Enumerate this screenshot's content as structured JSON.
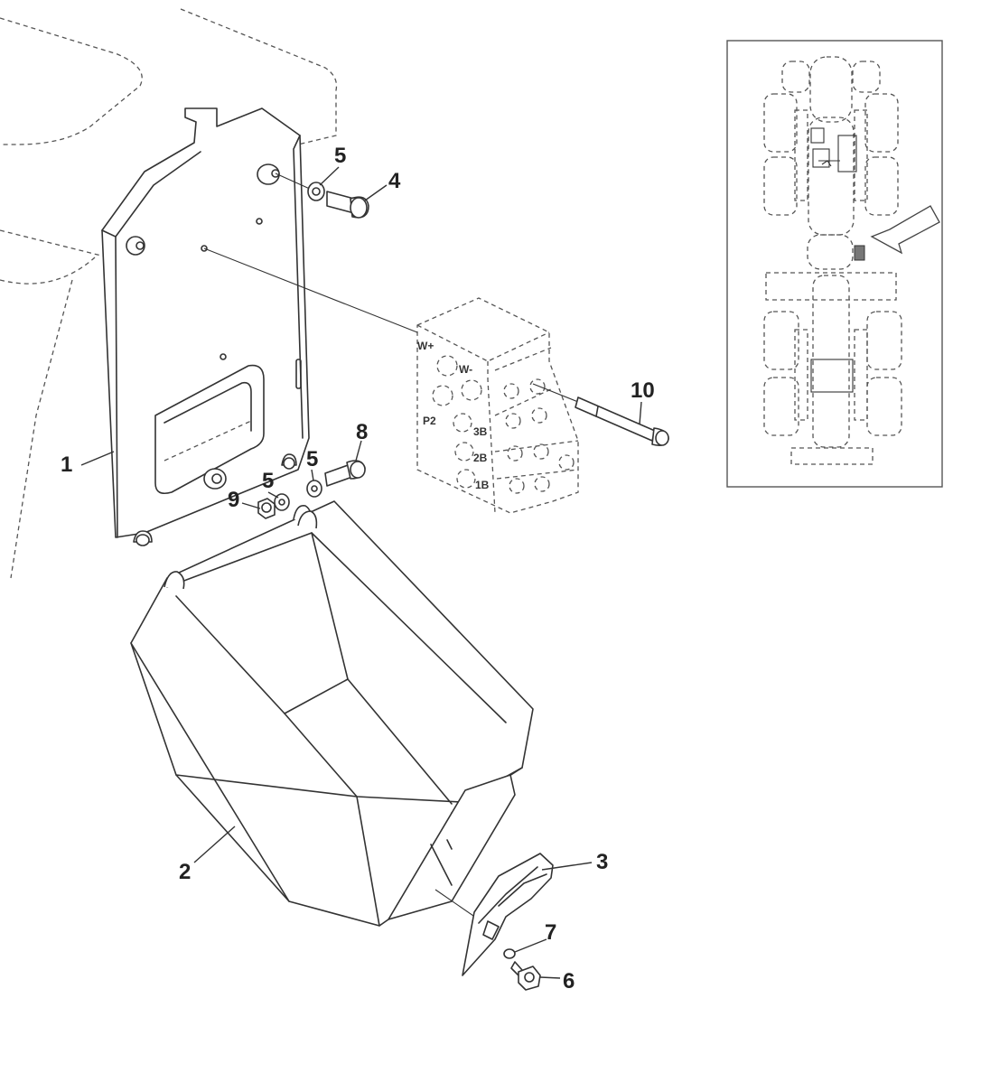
{
  "callouts": {
    "c1": "1",
    "c2": "2",
    "c3": "3",
    "c4": "4",
    "c5a": "5",
    "c5b": "5",
    "c5c": "5",
    "c6": "6",
    "c7": "7",
    "c8": "8",
    "c9": "9",
    "c10": "10"
  },
  "valve_block": {
    "port_w_plus": "W+",
    "port_w_minus": "W-",
    "port_p2": "P2",
    "port_3b": "3B",
    "port_2b": "2B",
    "port_1b": "1B"
  }
}
